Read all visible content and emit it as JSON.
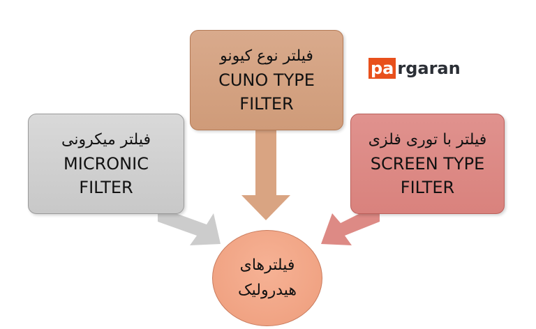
{
  "logo": {
    "part1": "pa",
    "part2": "rgaran"
  },
  "boxes": {
    "micronic": {
      "fa": "فیلتر میکرونی",
      "en1": "MICRONIC",
      "en2": "FILTER"
    },
    "cuno": {
      "fa": "فیلتر نوع کیونو",
      "en1": "CUNO TYPE",
      "en2": "FILTER"
    },
    "screen": {
      "fa": "فیلتر با توری فلزی",
      "en1": "SCREEN TYPE",
      "en2": "FILTER"
    }
  },
  "hub": {
    "line1": "فیلترهای",
    "line2": "هیدرولیک"
  },
  "colors": {
    "micronic": "#d0d0d0",
    "cuno": "#d4a283",
    "screen": "#dc8a85",
    "hub": "#f2a686",
    "logo_accent": "#e8501c"
  }
}
